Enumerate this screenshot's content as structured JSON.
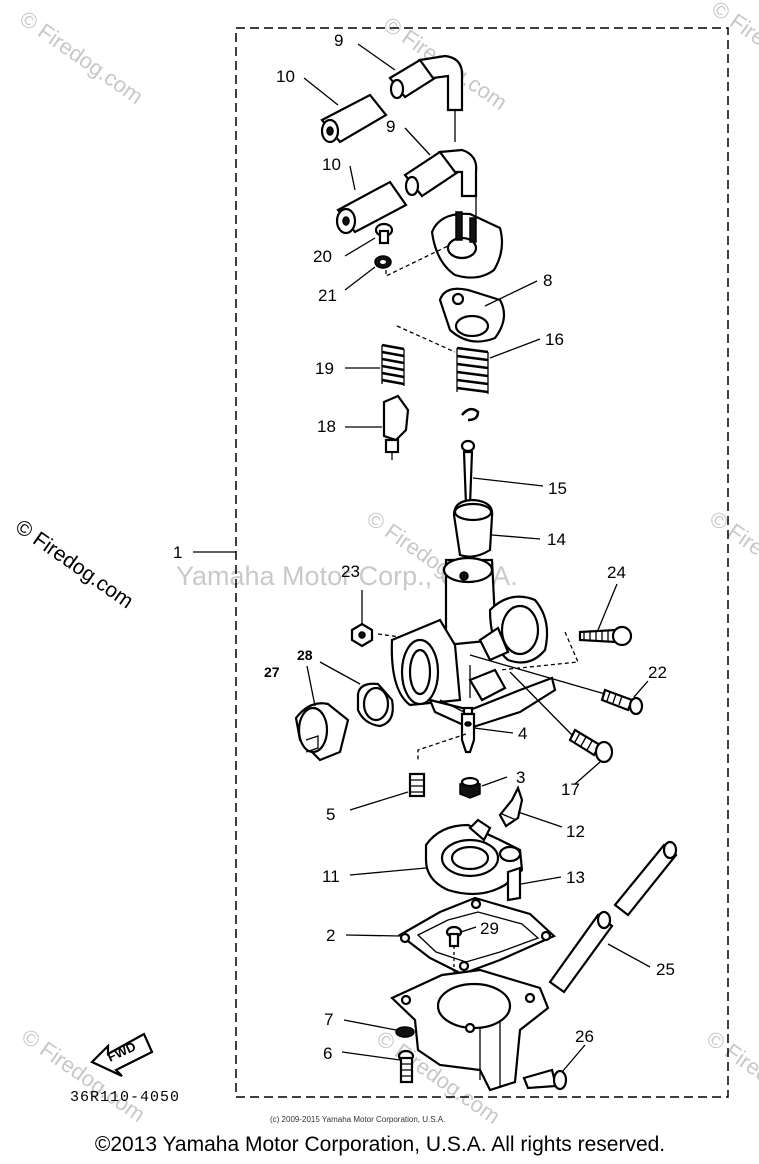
{
  "watermarks": {
    "top_left": "© Firedog.com",
    "top_mid": "© Firedog.com",
    "left": "© Firedog.com",
    "right_top": "© Firedog.com",
    "right_mid": "© Firedog.com",
    "center": "Yamaha Motor Corp., U.S.A.",
    "bottom_left": "© Firedog.com",
    "bottom_mid": "© Firedog.com",
    "bottom_right": "© Firedog.com"
  },
  "callouts": {
    "p1": "1",
    "p2": "2",
    "p3": "3",
    "p4": "4",
    "p5": "5",
    "p6": "6",
    "p7": "7",
    "p8": "8",
    "p9a": "9",
    "p9b": "9",
    "p10a": "10",
    "p10b": "10",
    "p11": "11",
    "p12": "12",
    "p13": "13",
    "p14": "14",
    "p15": "15",
    "p16": "16",
    "p17": "17",
    "p18": "18",
    "p19": "19",
    "p20": "20",
    "p21": "21",
    "p22": "22",
    "p23": "23",
    "p24": "24",
    "p25": "25",
    "p26": "26",
    "p27": "27",
    "p28": "28",
    "p29": "29"
  },
  "fwd_label": "FWD",
  "diagram_code": "36R110-4050",
  "small_copyright": "(c) 2009-2015 Yamaha Motor Corporation, U.S.A.",
  "copyright": "©2013 Yamaha Motor Corporation, U.S.A. All rights reserved."
}
